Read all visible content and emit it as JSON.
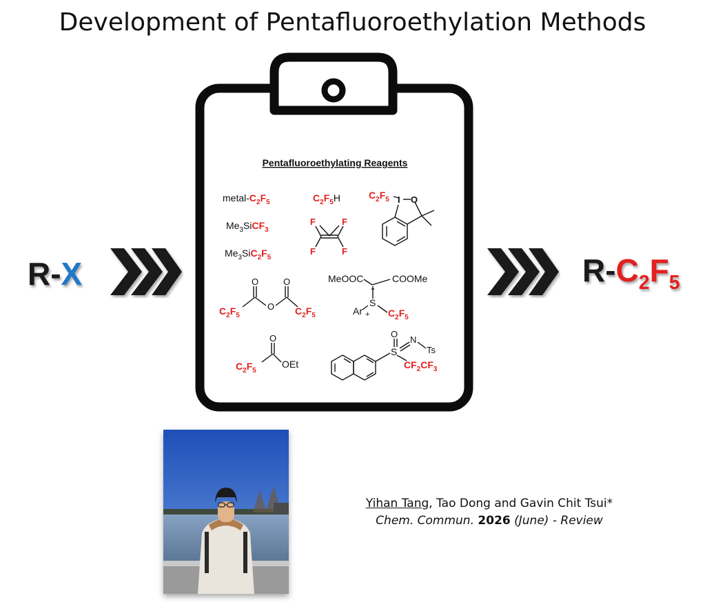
{
  "title": "Development of Pentafluoroethylation Methods",
  "left_label": {
    "r": "R-",
    "x": "X"
  },
  "right_label": {
    "r": "R-",
    "c": "C",
    "c_sub": "2",
    "f": "F",
    "f_sub": "5"
  },
  "clipboard_heading": "Pentafluoroethylating Reagents",
  "reagents": {
    "metal_prefix": "metal-",
    "me3si": "Me",
    "me3si_sub": "3",
    "si": "Si",
    "cf": "CF",
    "c2f5_c": "C",
    "c2f5_f": "F",
    "sub2": "2",
    "sub3": "3",
    "sub5": "5",
    "h": "H",
    "f": "F",
    "i": "I",
    "o": "O",
    "meooc": "MeOOC",
    "coome": "COOMe",
    "ar": "Ar",
    "s": "S",
    "plus": "+",
    "oet": "OEt",
    "n": "N",
    "ts": "Ts",
    "cf2cf3_c": "CF",
    "cf2cf3_c2": "CF"
  },
  "colors": {
    "accent_red": "#e32020",
    "accent_blue": "#1f78c8",
    "ink": "#111111"
  },
  "citation": {
    "author1": "Yihan Tang",
    "others": ", Tao Dong and Gavin Chit Tsui*",
    "journal": "Chem. Commun.",
    "year": "2026",
    "month": "(June)",
    "type": "- Review"
  },
  "photo": {
    "icon": "portrait-photo"
  }
}
